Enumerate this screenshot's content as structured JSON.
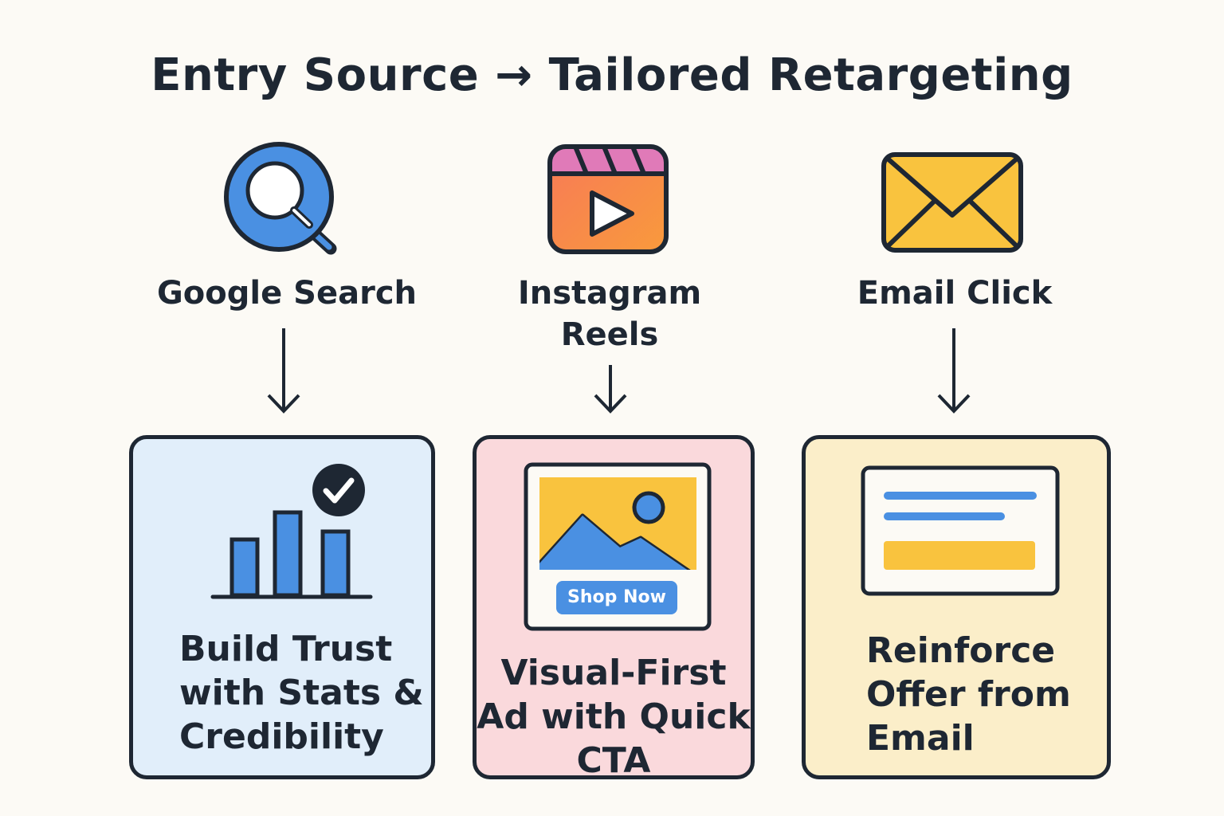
{
  "title": "Entry Source → Tailored Retargeting",
  "sources": [
    {
      "label": "Google Search",
      "icon": "magnifier-icon"
    },
    {
      "label": "Instagram Reels",
      "icon": "video-clapper-icon"
    },
    {
      "label": "Email Click",
      "icon": "envelope-icon"
    }
  ],
  "cards": [
    {
      "text": "Build Trust with Stats & Credibility",
      "illustration": "bar-chart-with-check-icon"
    },
    {
      "text": "Visual-First Ad with Quick CTA",
      "illustration": "image-ad-icon",
      "button_label": "Shop Now"
    },
    {
      "text": "Reinforce Offer from Email",
      "illustration": "email-preview-icon"
    }
  ],
  "colors": {
    "ink": "#1E2733",
    "blue": "#4A90E2",
    "yellow": "#F9C33E",
    "card_blue": "#E1EEFA",
    "card_pink": "#FAD9DC",
    "card_yellow": "#FBEEC9"
  }
}
